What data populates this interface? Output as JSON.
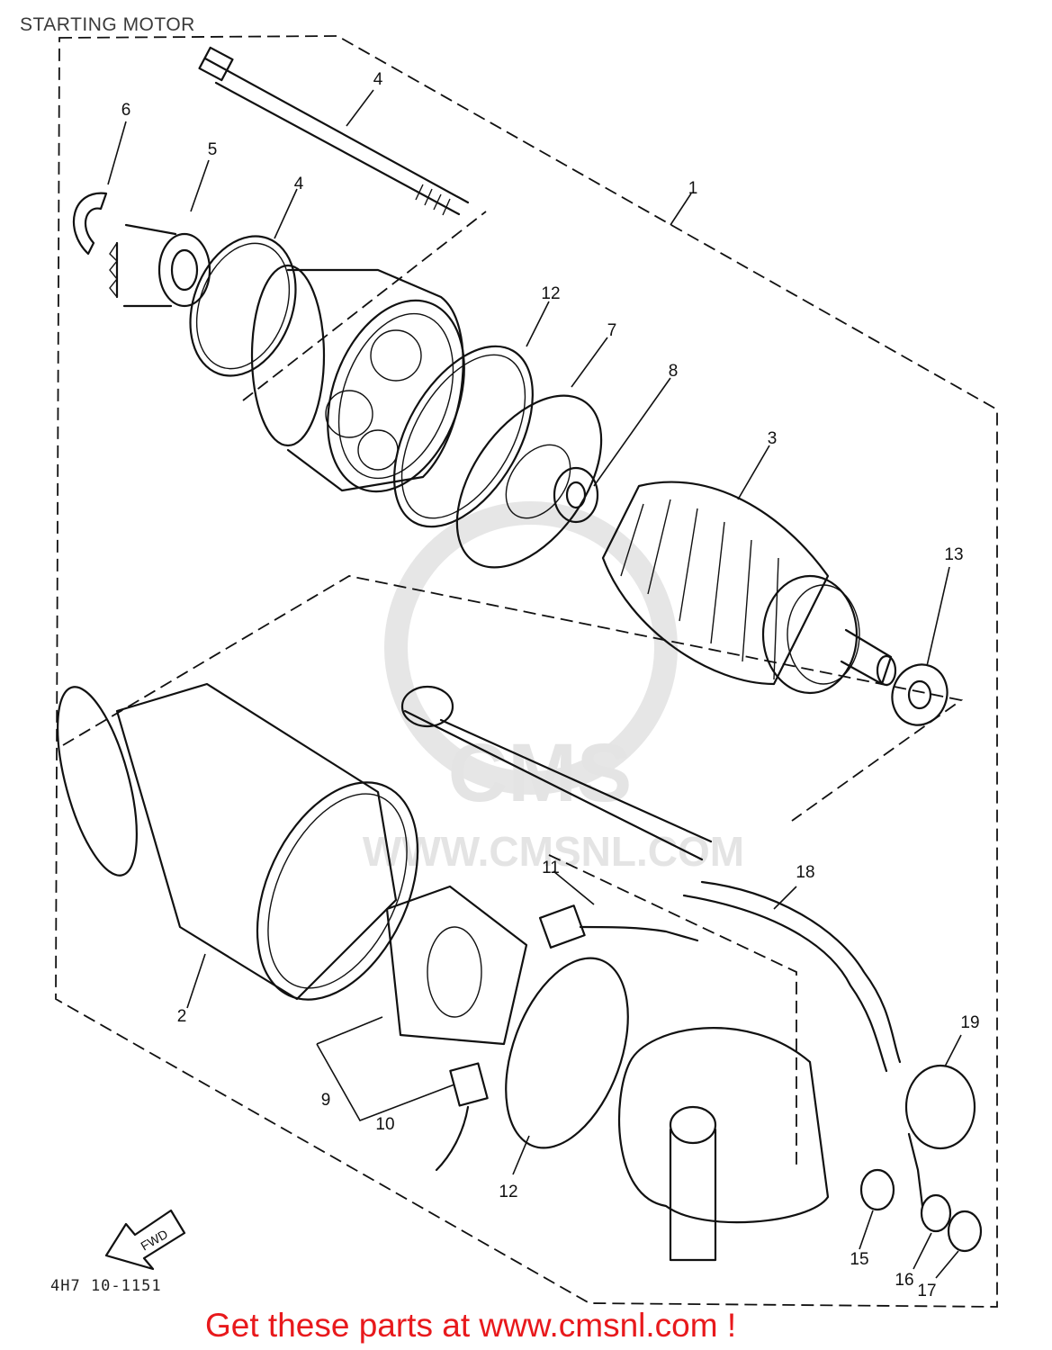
{
  "title": "STARTING MOTOR",
  "drawing_code": "4H7 10-1151",
  "footer_text": "Get these parts at www.cmsnl.com !",
  "watermark": {
    "logo_text": "CMS",
    "url_text": "WWW.CMSNL.COM"
  },
  "colors": {
    "footer": "#e8191c",
    "line": "#111111",
    "watermark": "#e4e4e4"
  },
  "part_labels": [
    "1",
    "2",
    "3",
    "4",
    "4",
    "5",
    "6",
    "7",
    "8",
    "9",
    "10",
    "11",
    "12",
    "12",
    "13",
    "15",
    "16",
    "17",
    "18",
    "19"
  ]
}
